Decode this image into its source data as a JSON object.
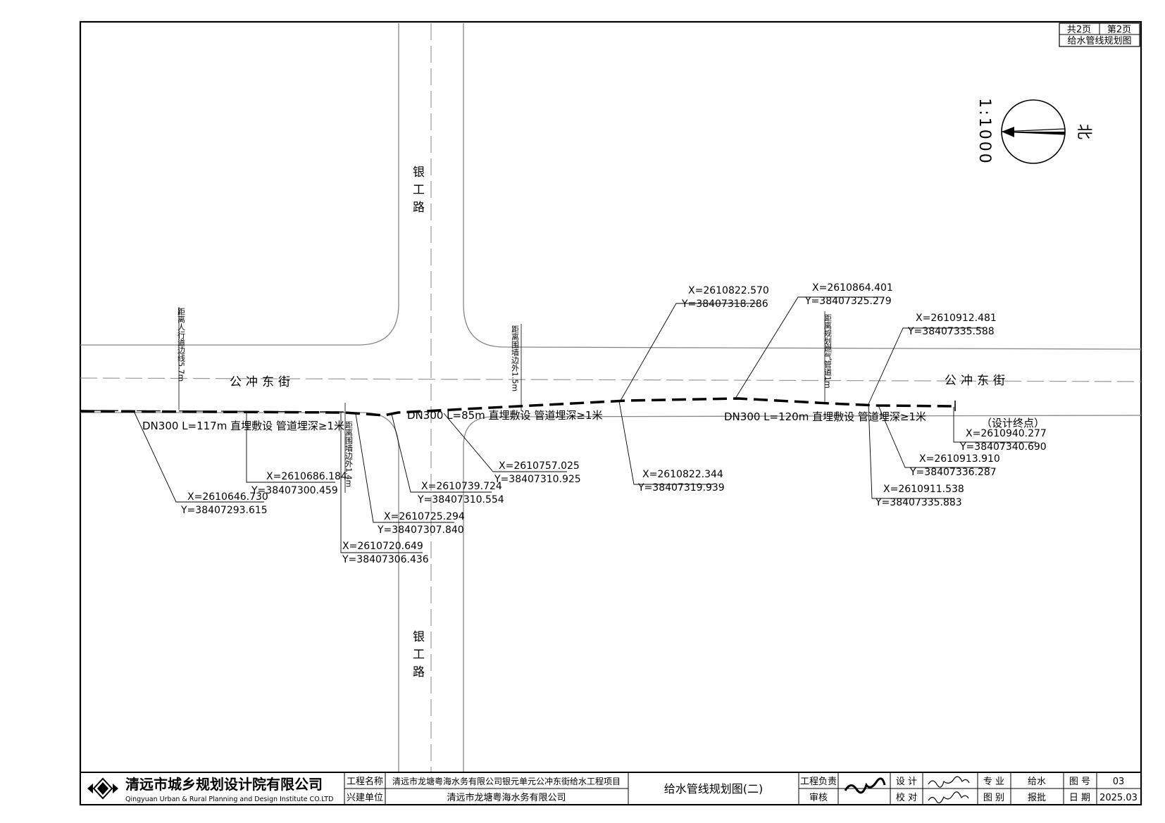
{
  "sheet": {
    "total_pages": "共2页",
    "page_no": "第2页",
    "drawing_name_top": "给水管线规划图"
  },
  "north": {
    "scale": "1:1000",
    "label": "北"
  },
  "roads": {
    "vertical_top": "银工路",
    "vertical_bottom": "银工路",
    "horizontal_left": "公冲东街",
    "horizontal_right": "公冲东街"
  },
  "pipe_labels": [
    "DN300 L=117m 直埋敷设 管道埋深≥1米",
    "DN300 L=85m 直埋敷设 管道埋深≥1米",
    "DN300 L=120m 直埋敷设 管道埋深≥1米"
  ],
  "end_label": "（设计终点）",
  "notes": [
    "距离人行道边线5.7m",
    "距离围墙边外1.4m",
    "距离围墙边外1.5m",
    "距离规划燃气管道1m"
  ],
  "points": [
    {
      "x": "X=2610646.730",
      "y": "Y=38407293.615"
    },
    {
      "x": "X=2610686.184",
      "y": "Y=38407300.459"
    },
    {
      "x": "X=2610720.649",
      "y": "Y=38407306.436"
    },
    {
      "x": "X=2610725.294",
      "y": "Y=38407307.840"
    },
    {
      "x": "X=2610739.724",
      "y": "Y=38407310.554"
    },
    {
      "x": "X=2610757.025",
      "y": "Y=38407310.925"
    },
    {
      "x": "X=2610822.344",
      "y": "Y=38407319.939"
    },
    {
      "x": "X=2610822.570",
      "y": "Y=38407318.286"
    },
    {
      "x": "X=2610864.401",
      "y": "Y=38407325.279"
    },
    {
      "x": "X=2610912.481",
      "y": "Y=38407335.588"
    },
    {
      "x": "X=2610913.910",
      "y": "Y=38407336.287"
    },
    {
      "x": "X=2610911.538",
      "y": "Y=38407335.883"
    },
    {
      "x": "X=2610940.277",
      "y": "Y=38407340.690"
    }
  ],
  "title_block": {
    "company_cn": "清远市城乡规划设计院有限公司",
    "company_en": "Qingyuan Urban & Rural Planning and Design Institute CO.LTD",
    "project_name_label": "工程名称",
    "project_name": "清远市龙塘粤海水务有限公司银元单元公冲东街给水工程项目",
    "builder_label": "兴建单位",
    "builder": "清远市龙塘粤海水务有限公司",
    "drawing_title": "给水管线规划图(二)",
    "project_lead_label": "工程负责",
    "review_label": "审核",
    "design_label": "设 计",
    "check_label": "校 对",
    "discipline_label": "专 业",
    "discipline": "给水",
    "category_label": "图 别",
    "category": "报批",
    "drawing_no_label": "图 号",
    "drawing_no": "03",
    "date_label": "日 期",
    "date": "2025.03"
  }
}
